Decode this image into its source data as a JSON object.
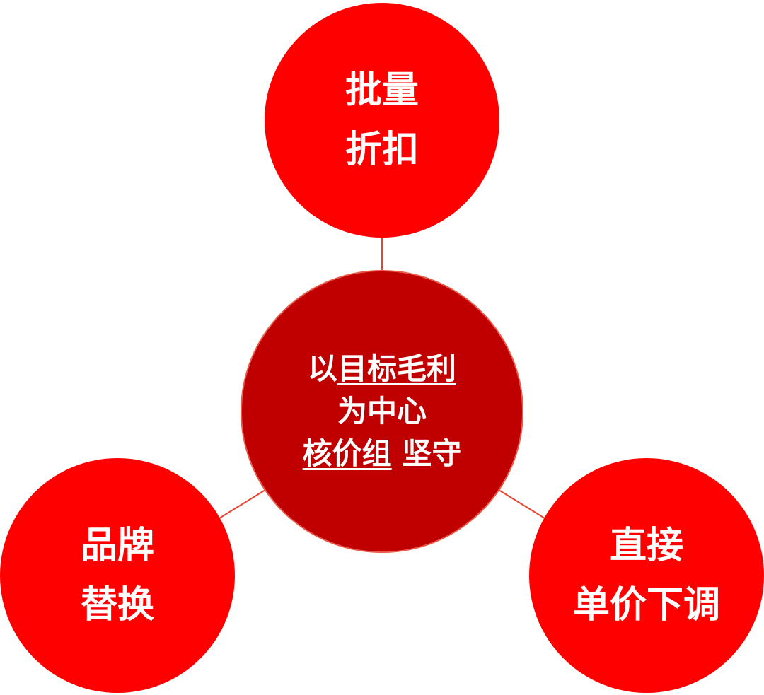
{
  "diagram": {
    "center": {
      "line1": "以目标毛利",
      "line1_plain": "以",
      "line1_underlined": "目标毛利",
      "line2": "为中心",
      "line3_underlined": "核价组",
      "line3_plain": "坚守"
    },
    "top": {
      "line1": "批量",
      "line2": "折扣"
    },
    "left": {
      "line1": "品牌",
      "line2": "替换"
    },
    "right": {
      "line1": "直接",
      "line2": "单价下调"
    },
    "colors": {
      "outer_fill": "#ff0000",
      "center_fill": "#c00000",
      "connector": "#e8432e",
      "text": "#ffffff"
    }
  }
}
